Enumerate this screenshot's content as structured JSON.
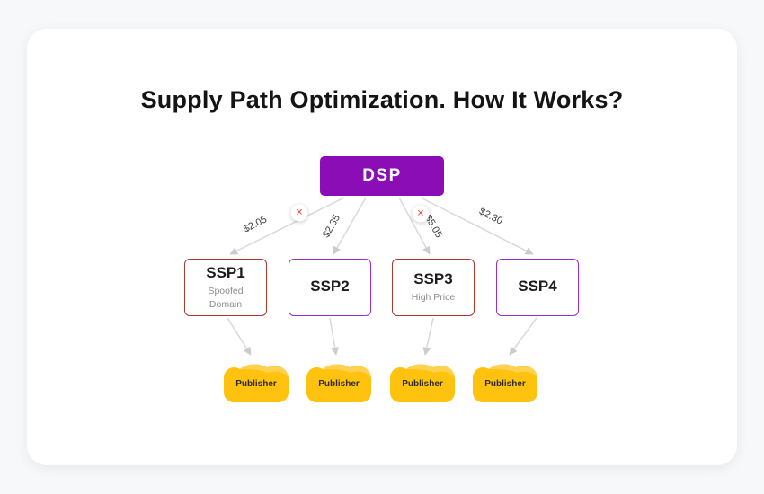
{
  "title": "Supply Path Optimization. How It Works?",
  "dsp": {
    "label": "DSP"
  },
  "edges": [
    {
      "from": "DSP",
      "to": "SSP1",
      "price": "$2.05",
      "blocked": true
    },
    {
      "from": "DSP",
      "to": "SSP2",
      "price": "$2.35",
      "blocked": false
    },
    {
      "from": "DSP",
      "to": "SSP3",
      "price": "$5.05",
      "blocked": true
    },
    {
      "from": "DSP",
      "to": "SSP4",
      "price": "$2.30",
      "blocked": false
    }
  ],
  "ssps": [
    {
      "label": "SSP1",
      "note": "Spoofed Domain",
      "flagged": true
    },
    {
      "label": "SSP2",
      "note": "",
      "flagged": false
    },
    {
      "label": "SSP3",
      "note": "High Price",
      "flagged": true
    },
    {
      "label": "SSP4",
      "note": "",
      "flagged": false
    }
  ],
  "publishers": [
    {
      "label": "Publisher"
    },
    {
      "label": "Publisher"
    },
    {
      "label": "Publisher"
    },
    {
      "label": "Publisher"
    }
  ],
  "icons": {
    "blocked_cross": "✕"
  },
  "colors": {
    "dsp_purple": "#8a0db6",
    "safe_border_purple": "#9b30c9",
    "flagged_border_red": "#a93a2e",
    "publisher_yellow": "#ffc20e",
    "cross_red": "#e2492f",
    "arrow_gray": "#d9d9d9"
  }
}
